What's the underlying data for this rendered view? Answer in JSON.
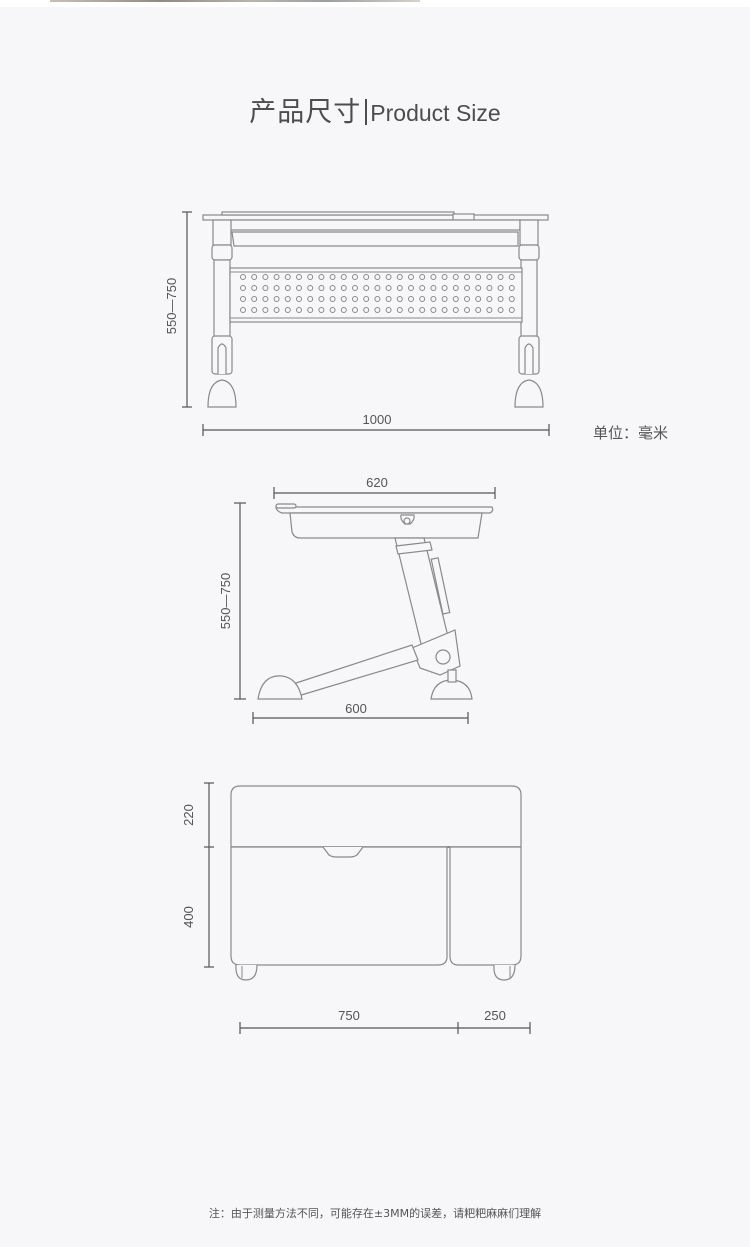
{
  "header": {
    "title_cn": "产品尺寸",
    "title_en": "Product Size"
  },
  "front_view": {
    "height_label": "550—750",
    "width_label": "1000"
  },
  "unit_label": "单位：毫米",
  "side_view": {
    "depth_top_label": "620",
    "height_label": "550—750",
    "depth_base_label": "600"
  },
  "cabinet_view": {
    "top_height_label": "220",
    "bottom_height_label": "400",
    "main_width_label": "750",
    "side_width_label": "250"
  },
  "footer": {
    "note": "注：由于测量方法不同，可能存在±3MM的误差，请粑粑麻麻们理解"
  },
  "colors": {
    "background": "#f7f6f8",
    "line": "#8a8a8a",
    "text": "#4d4d4d"
  }
}
